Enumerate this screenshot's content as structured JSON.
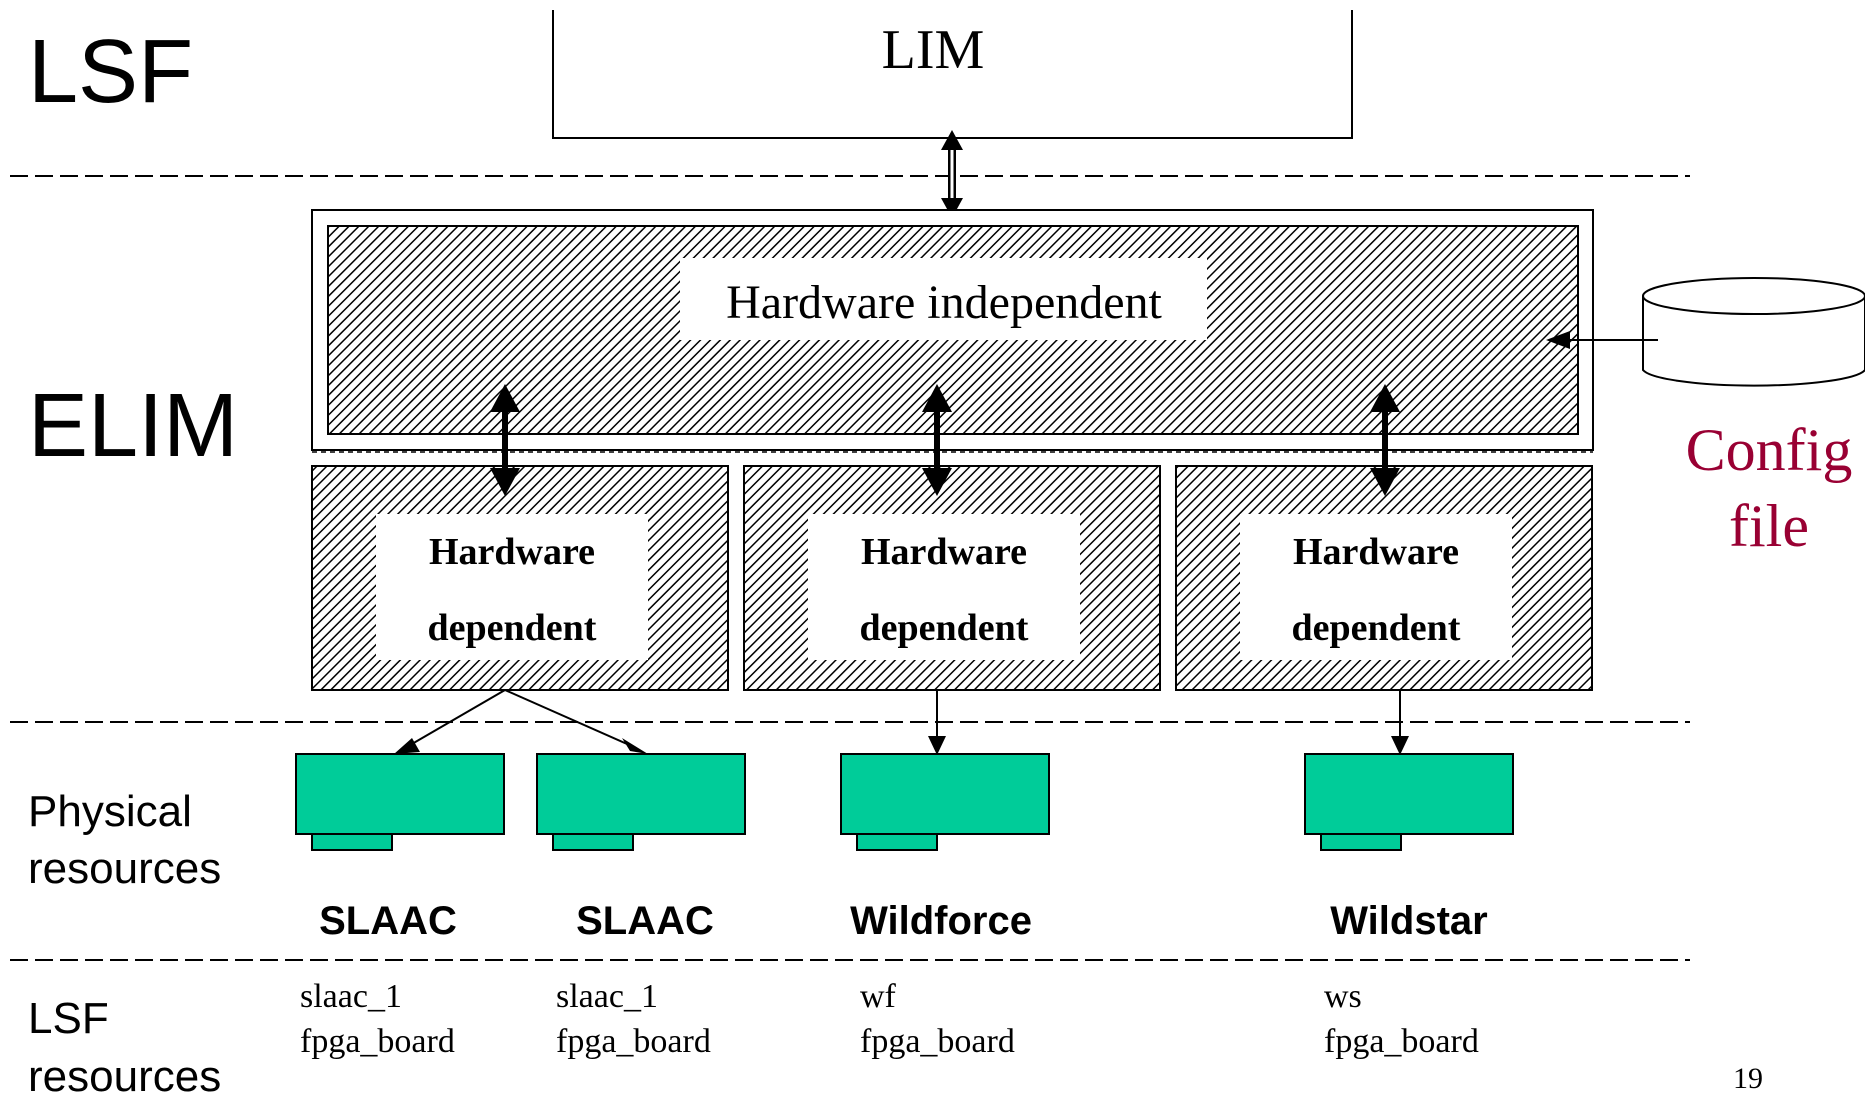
{
  "layers": {
    "lsf": "LSF",
    "elim": "ELIM",
    "physical_line1": "Physical",
    "physical_line2": "resources",
    "lsf_res_line1": "LSF",
    "lsf_res_line2": "resources"
  },
  "lim": {
    "label": "LIM"
  },
  "independent": {
    "label": "Hardware independent"
  },
  "dependent_modules": [
    {
      "line1": "Hardware",
      "line2": "dependent"
    },
    {
      "line1": "Hardware",
      "line2": "dependent"
    },
    {
      "line1": "Hardware",
      "line2": "dependent"
    }
  ],
  "config": {
    "line1": "Config",
    "line2": "file",
    "color": "#990033"
  },
  "boards": [
    {
      "name": "SLAAC",
      "res1": "slaac_1",
      "res2": "fpga_board"
    },
    {
      "name": "SLAAC",
      "res1": "slaac_1",
      "res2": "fpga_board"
    },
    {
      "name": "Wildforce",
      "res1": "wf",
      "res2": "fpga_board"
    },
    {
      "name": "Wildstar",
      "res1": "ws",
      "res2": "fpga_board"
    }
  ],
  "colors": {
    "board": "#00cc99",
    "hatch": "#000000"
  },
  "page_number": "19"
}
